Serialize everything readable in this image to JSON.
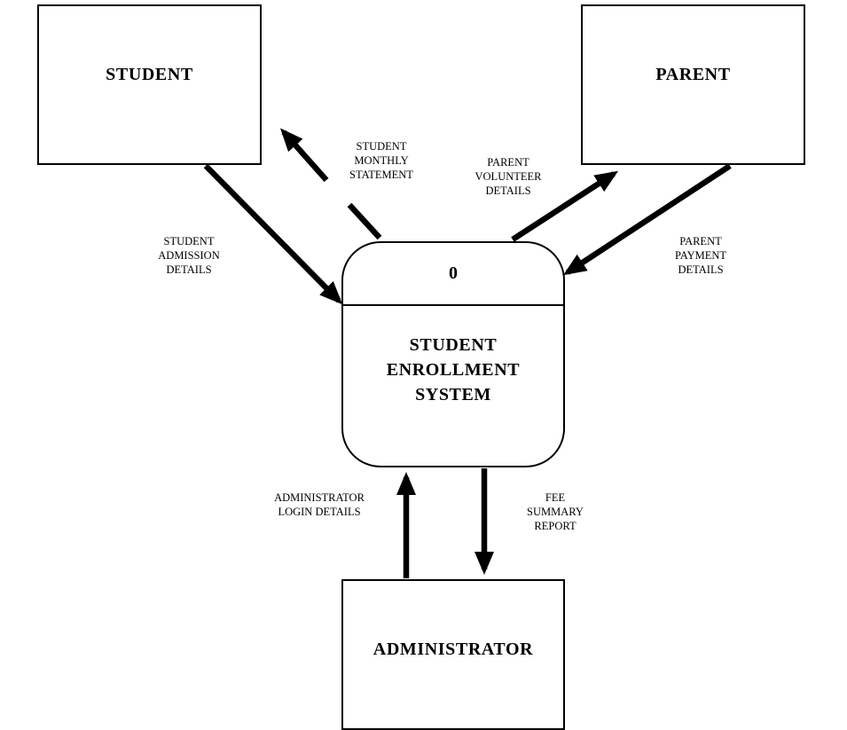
{
  "entities": {
    "student": "STUDENT",
    "parent": "PARENT",
    "administrator": "ADMINISTRATOR"
  },
  "process": {
    "number": "0",
    "label": "STUDENT ENROLLMENT SYSTEM"
  },
  "flows": {
    "student_admission_details": "STUDENT ADMISSION DETAILS",
    "student_monthly_statement": "STUDENT MONTHLY STATEMENT",
    "parent_volunteer_details": "PARENT VOLUNTEER DETAILS",
    "parent_payment_details": "PARENT PAYMENT DETAILS",
    "administrator_login_details": "ADMINISTRATOR LOGIN DETAILS",
    "fee_summary_report": "FEE SUMMARY REPORT"
  }
}
